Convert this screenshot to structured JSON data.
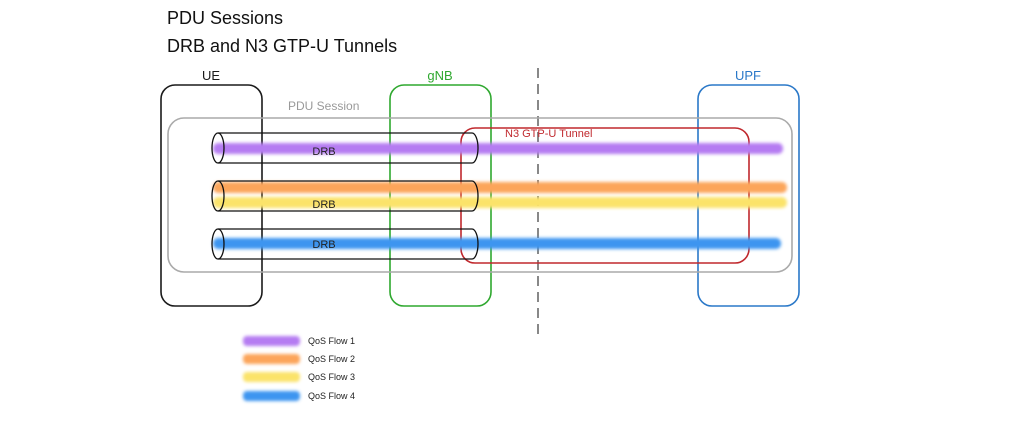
{
  "title_line1": "PDU Sessions",
  "title_line2": "DRB and N3 GTP-U Tunnels",
  "nodes": {
    "ue": {
      "label": "UE",
      "color": "#1a1a1a"
    },
    "gnb": {
      "label": "gNB",
      "color": "#2fa82f"
    },
    "upf": {
      "label": "UPF",
      "color": "#2a78c8"
    }
  },
  "pdu_session": {
    "label": "PDU Session",
    "color": "#aaaaaa"
  },
  "n3_tunnel": {
    "label": "N3 GTP-U Tunnel",
    "color": "#c0282d"
  },
  "drbs": [
    {
      "label": "DRB"
    },
    {
      "label": "DRB"
    },
    {
      "label": "DRB"
    }
  ],
  "qos_flows": [
    {
      "label": "QoS Flow 1",
      "color": "#b57cf2"
    },
    {
      "label": "QoS Flow 2",
      "color": "#fca55a"
    },
    {
      "label": "QoS Flow 3",
      "color": "#fbe36a"
    },
    {
      "label": "QoS Flow 4",
      "color": "#3d95f0"
    }
  ]
}
